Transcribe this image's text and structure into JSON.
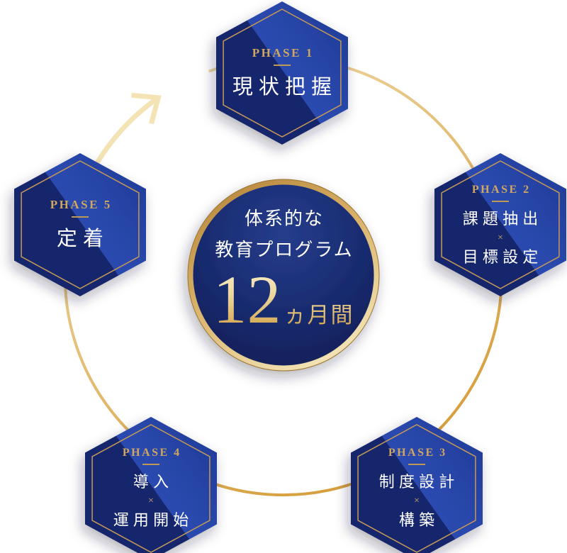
{
  "diagram": {
    "type": "cycle",
    "direction": "clockwise",
    "background": "#ffffff"
  },
  "center_badge": {
    "line1": "体系的な",
    "line2": "教育プログラム",
    "number": "12",
    "unit": "ヵ月間"
  },
  "phases": [
    {
      "label": "PHASE 1",
      "line1": "現状把握"
    },
    {
      "label": "PHASE 2",
      "line1": "課題抽出",
      "cross": "×",
      "line2": "目標設定"
    },
    {
      "label": "PHASE 3",
      "line1": "制度設計",
      "cross": "×",
      "line2": "構築"
    },
    {
      "label": "PHASE 4",
      "line1": "導入",
      "cross": "×",
      "line2": "運用開始"
    },
    {
      "label": "PHASE 5",
      "line1": "定着"
    }
  ],
  "icons": {
    "cycle_arrow": "clockwise-cycle-arrow"
  },
  "colors": {
    "hex_navy_dark": "#19286d",
    "hex_blue_bright": "#2c4bb1",
    "hex_inner_border_gold": "#c59a58",
    "phase_label_gold": "#cfa761",
    "text_white": "#ffffff",
    "ring_gold_dark": "#b8883d",
    "ring_gold_light": "#f5e8bc",
    "arc_gold_deep": "#d79f3e",
    "arrow_cream": "#f4e3b4",
    "center_fill_dark": "#0f1d52",
    "center_fill_light": "#263d8c",
    "number_gold_top": "#f8edca",
    "number_gold_bottom": "#cf9c42"
  }
}
